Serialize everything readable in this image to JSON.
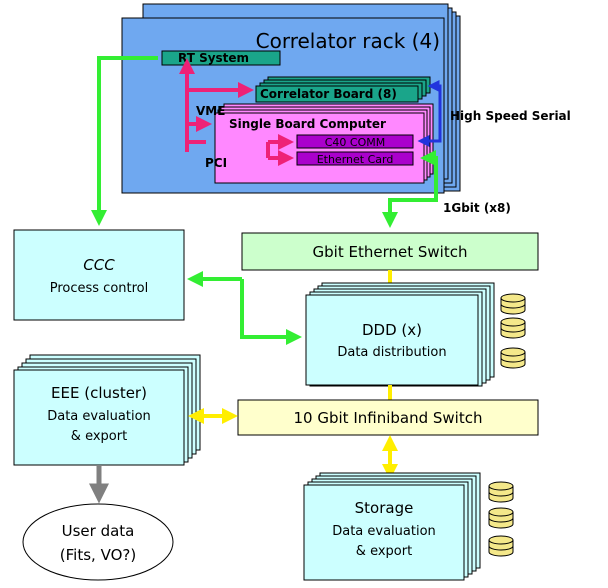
{
  "correlator_rack": {
    "title": "Correlator rack (4)",
    "rt_system": "RT System",
    "correlator_board": "Correlator Board (8)",
    "vme": "VME",
    "pci": "PCI",
    "sbc": "Single Board Computer",
    "c40_comm": "C40 COMM",
    "ethernet_card": "Ethernet Card",
    "high_speed_serial": "High Speed Serial"
  },
  "link_1gbit": "1Gbit (x8)",
  "gbit_switch": "Gbit Ethernet Switch",
  "ccc": {
    "name": "CCC",
    "desc": "Process control"
  },
  "ddd": {
    "name": "DDD (x)",
    "desc": "Data distribution"
  },
  "eee": {
    "name": "EEE (cluster)",
    "line2": "Data evaluation",
    "line3": "& export"
  },
  "infiniband_switch": "10 Gbit Infiniband Switch",
  "storage": {
    "name": "Storage",
    "line2": "Data evaluation",
    "line3": "& export"
  },
  "user_data": {
    "line1": "User data",
    "line2": "(Fits, VO?)"
  },
  "colors": {
    "rack": "#6fa8f0",
    "green_box": "#1aa58a",
    "sbc": "#ff88ff",
    "purple": "#aa00cc",
    "light_cyan": "#ccffff",
    "switch_green": "#ccffcc",
    "switch_yellow": "#ffffcc",
    "green_arrow": "#33ee33",
    "magenta_arrow": "#ee2277",
    "blue_arrow": "#2233dd",
    "yellow_arrow": "#ffee00",
    "gray_arrow": "#808080",
    "disk": "#f4e88a"
  }
}
